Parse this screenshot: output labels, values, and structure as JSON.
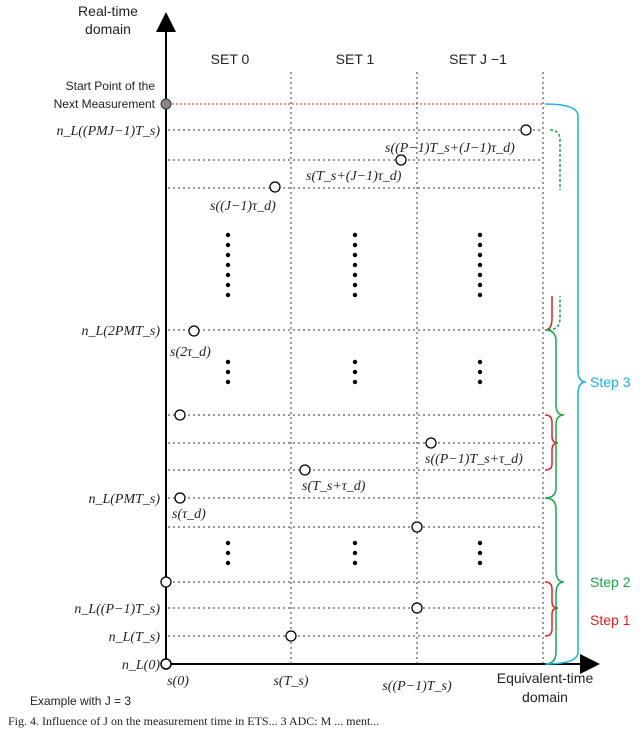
{
  "axes": {
    "y_title_line1": "Real-time",
    "y_title_line2": "domain",
    "x_title_line1": "Equivalent-time",
    "x_title_line2": "domain"
  },
  "sets": [
    "SET 0",
    "SET 1",
    "SET J −1"
  ],
  "start_point": {
    "line1": "Start  Point of the",
    "line2": "Next Measurement"
  },
  "left_labels": [
    "n_L((PMJ−1)T_s)",
    "n_L(2PMT_s)",
    "n_L(PMT_s)",
    "n_L((P−1)T_s)",
    "n_L(T_s)",
    "n_L(0)"
  ],
  "bottom_labels": [
    "s(0)",
    "s(T_s)",
    "s((P−1)T_s)"
  ],
  "sample_labels": [
    "s((P−1)T_s+(J−1)τ_d)",
    "s(T_s+(J−1)τ_d)",
    "s((J−1)τ_d)",
    "s(2τ_d)",
    "s((P−1)T_s+τ_d)",
    "s(T_s+τ_d)",
    "s(τ_d)"
  ],
  "steps": [
    "Step 3",
    "Step 2",
    "Step 1"
  ],
  "example": "Example with J = 3",
  "caption": "Fig. 4.   Influence of J on the measurement time in ETS... 3 ADC: M ... ment..."
}
